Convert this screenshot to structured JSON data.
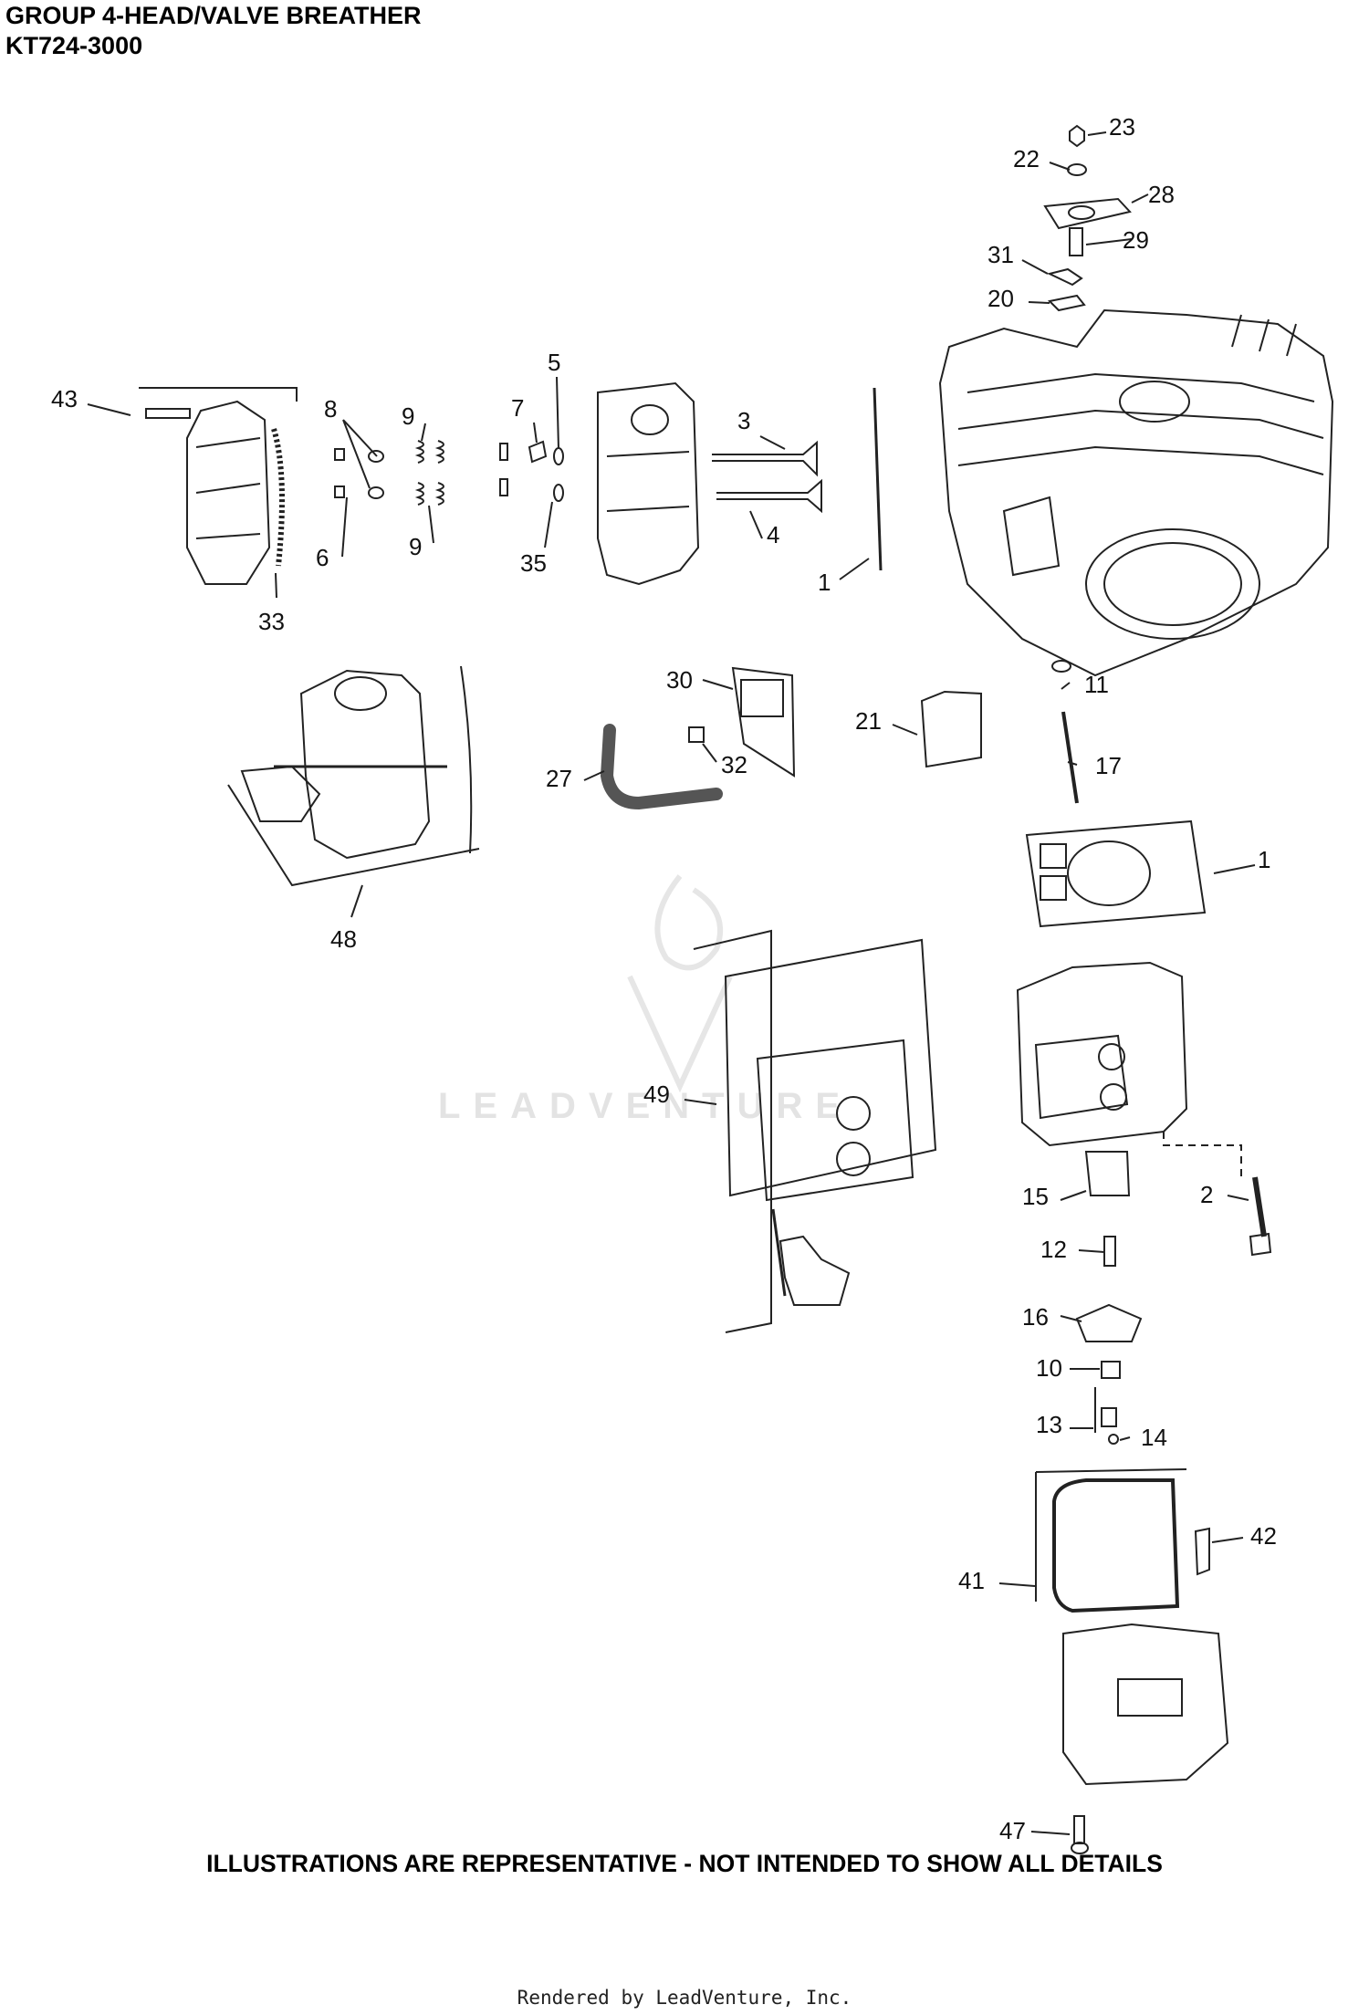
{
  "header": {
    "title_line1": "GROUP 4-HEAD/VALVE BREATHER",
    "title_line2": "KT724-3000"
  },
  "watermark": {
    "text": "LEADVENTURE"
  },
  "callouts": [
    "23",
    "22",
    "28",
    "29",
    "31",
    "20",
    "43",
    "8",
    "9",
    "7",
    "5",
    "3",
    "6",
    "9",
    "35",
    "4",
    "1",
    "33",
    "30",
    "21",
    "11",
    "27",
    "32",
    "17",
    "1",
    "48",
    "49",
    "15",
    "2",
    "12",
    "16",
    "10",
    "13",
    "14",
    "42",
    "41",
    "47"
  ],
  "footer": {
    "note": "ILLUSTRATIONS ARE REPRESENTATIVE - NOT INTENDED TO SHOW ALL DETAILS",
    "rendered_by": "Rendered by LeadVenture, Inc."
  }
}
